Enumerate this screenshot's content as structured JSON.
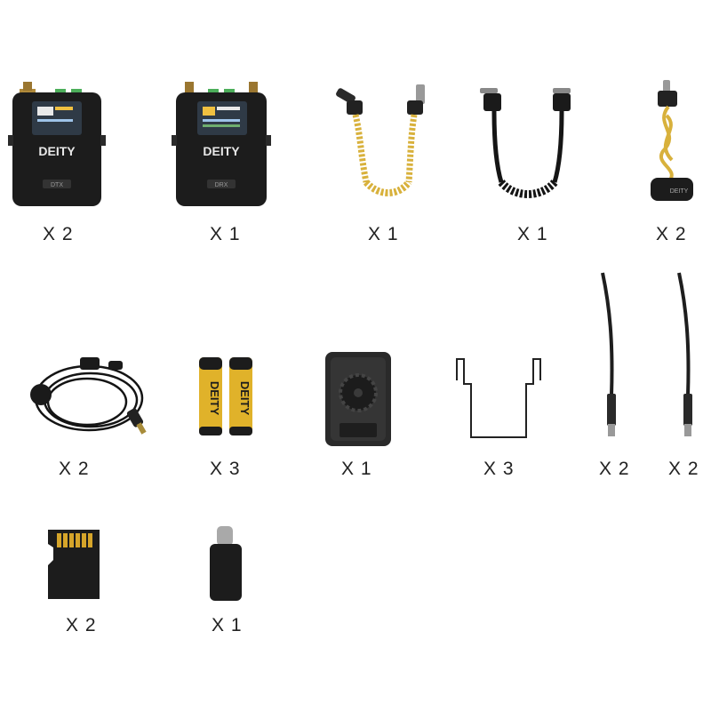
{
  "items": [
    {
      "name": "Transmitter",
      "brand": "DEITY",
      "model": "DTX",
      "quantity": "X 2"
    },
    {
      "name": "Receiver",
      "brand": "DEITY",
      "model": "DRX",
      "quantity": "X 1"
    },
    {
      "name": "Yellow coiled 3.5mm TRS cable",
      "quantity": "X 1"
    },
    {
      "name": "Black coiled USB-C cable",
      "quantity": "X 1"
    },
    {
      "name": "Yellow TRS cable with locking plug",
      "quantity": "X 2",
      "marking": "DEITY"
    },
    {
      "name": "Lavalier microphone",
      "quantity": "X 2"
    },
    {
      "name": "AA battery",
      "brand": "DEITY",
      "quantity": "X 3"
    },
    {
      "name": "Shoe mount",
      "quantity": "X 1"
    },
    {
      "name": "Wire belt clip",
      "quantity": "X 3"
    },
    {
      "name": "Antenna",
      "quantity": "X 2"
    },
    {
      "name": "Antenna",
      "quantity": "X 2"
    },
    {
      "name": "MicroSD card",
      "quantity": "X 2"
    },
    {
      "name": "USB-C adapter",
      "quantity": "X 1"
    }
  ],
  "colors": {
    "device": "#1c1c1c",
    "screen": "#2f3a46",
    "cable_yellow": "#d8b13c",
    "battery_gold": "#e0b22a",
    "antenna": "#1e1e1e"
  }
}
